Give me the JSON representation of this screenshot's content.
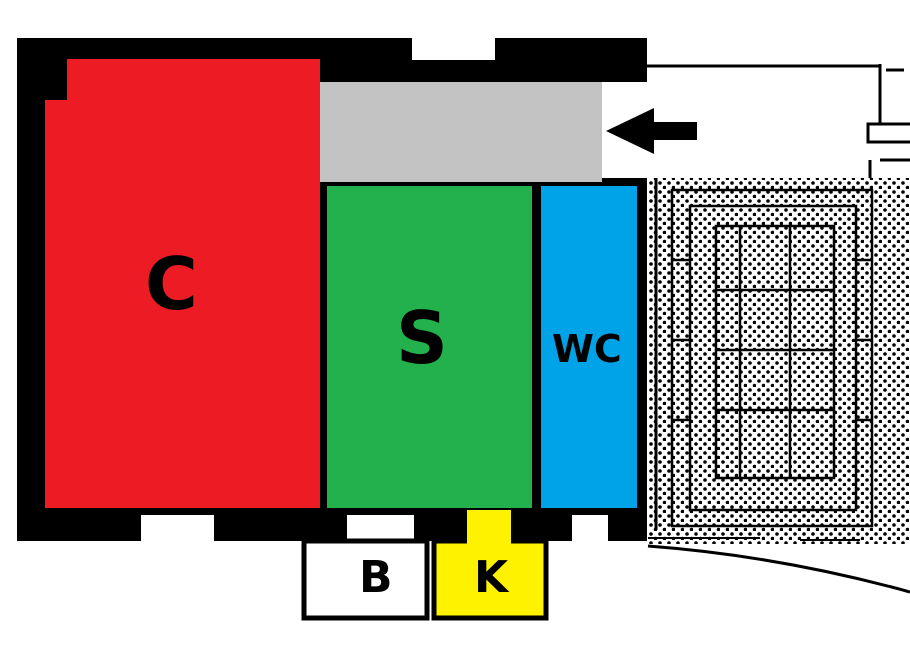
{
  "floor_plan": {
    "rooms": [
      {
        "key": "c",
        "label": "C",
        "color": "#ed1c24"
      },
      {
        "key": "s",
        "label": "S",
        "color": "#22b14c"
      },
      {
        "key": "wc",
        "label": "WC",
        "color": "#00a2e8"
      },
      {
        "key": "b",
        "label": "B",
        "color": "#ffffff"
      },
      {
        "key": "k",
        "label": "K",
        "color": "#fff200"
      }
    ],
    "corridor_color": "#c3c3c3",
    "wall_color": "#000000",
    "entrance_arrow_icon": "arrow-left-icon"
  }
}
